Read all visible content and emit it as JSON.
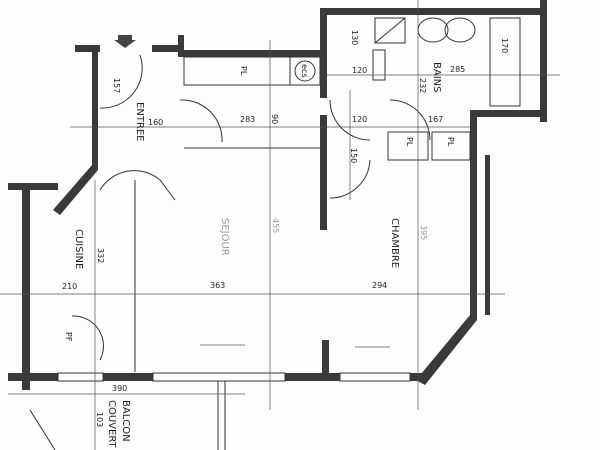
{
  "rooms": {
    "entree": "ENTREE",
    "sejour": "SEJOUR",
    "cuisine": "CUISINE",
    "chambre": "CHAMBRE",
    "bains": "BAINS",
    "balcon": "BALCON",
    "balcon2": "COUVERT",
    "wc": "ecs"
  },
  "fixtures": {
    "pl": "PL",
    "pf": "PF"
  },
  "dimensions": {
    "d157": "157",
    "d160": "160",
    "d283": "283",
    "d90": "90",
    "d120a": "120",
    "d120b": "120",
    "d150": "150",
    "d285": "285",
    "d232": "232",
    "d167": "167",
    "d170": "170",
    "d130": "130",
    "d455": "455",
    "d332": "332",
    "d210": "210",
    "d363": "363",
    "d294": "294",
    "d395": "395",
    "d390": "390",
    "d103": "103"
  }
}
